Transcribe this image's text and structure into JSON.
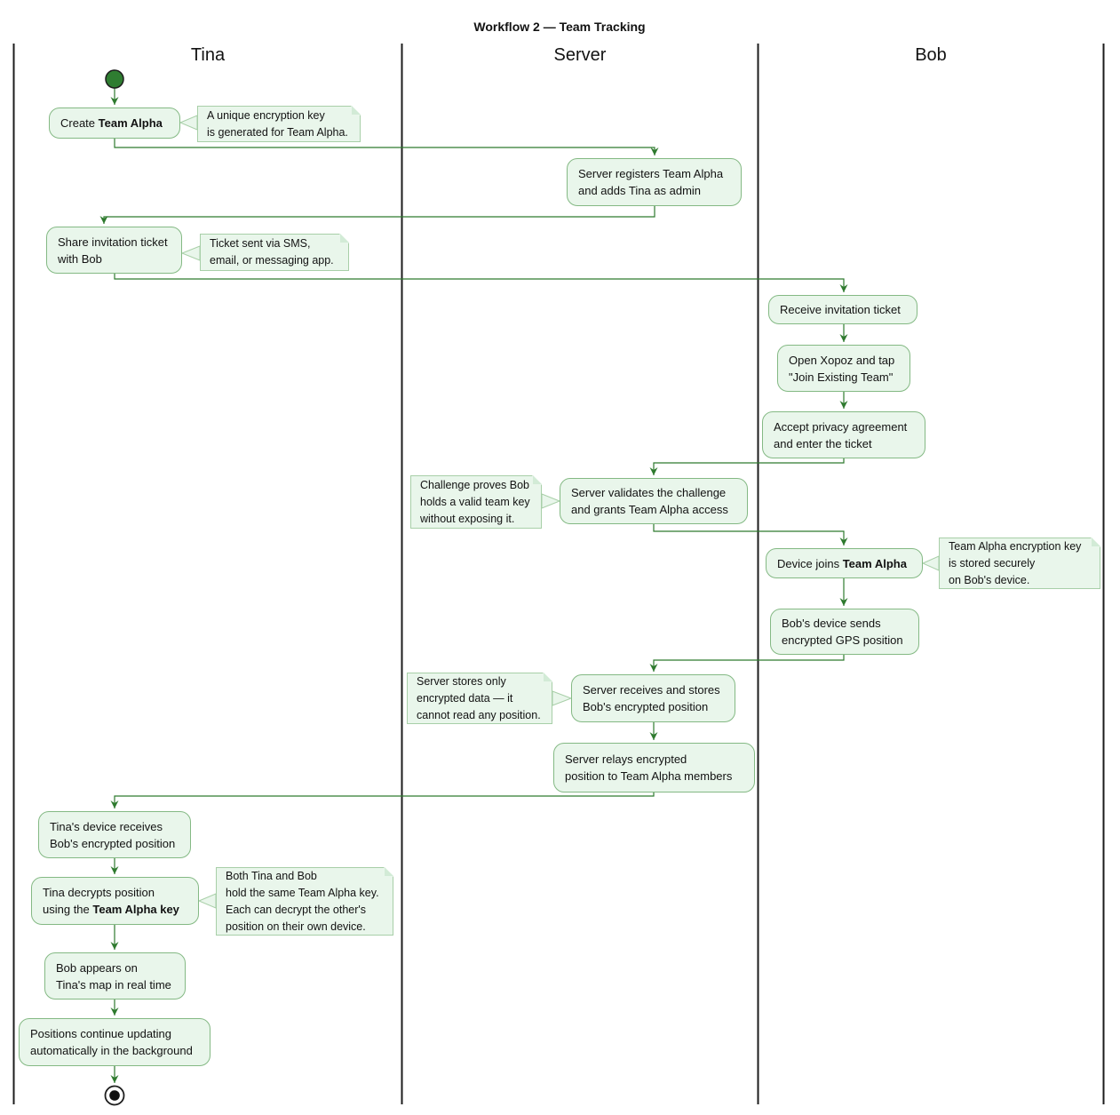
{
  "title": "Workflow 2 — Team Tracking",
  "lanes": [
    {
      "name": "Tina"
    },
    {
      "name": "Server"
    },
    {
      "name": "Bob"
    }
  ],
  "activities": {
    "create_team": {
      "pre": "Create ",
      "bold": "Team Alpha"
    },
    "server_registers": {
      "text": "Server registers Team Alpha\nand adds Tina as admin"
    },
    "share_ticket": {
      "text": "Share invitation ticket\nwith Bob"
    },
    "receive_ticket": {
      "text": "Receive invitation ticket"
    },
    "open_xopoz": {
      "text": "Open Xopoz and tap\n\"Join Existing Team\""
    },
    "accept_privacy": {
      "text": "Accept privacy agreement\nand enter the ticket"
    },
    "server_validates": {
      "text": "Server validates the challenge\nand grants Team Alpha access"
    },
    "device_joins": {
      "pre": "Device joins ",
      "bold": "Team Alpha"
    },
    "device_sends": {
      "text": "Bob's device sends\nencrypted GPS position"
    },
    "server_receives": {
      "text": "Server receives and stores\nBob's encrypted position"
    },
    "server_relays": {
      "text": "Server relays encrypted\nposition to Team Alpha members"
    },
    "tina_receives": {
      "text": "Tina's device receives\nBob's encrypted position"
    },
    "tina_decrypts": {
      "pre": "Tina decrypts position\nusing the ",
      "bold": "Team Alpha key"
    },
    "bob_appears": {
      "text": "Bob appears on\nTina's map in real time"
    },
    "positions_update": {
      "text": "Positions continue updating\nautomatically in the background"
    }
  },
  "notes": {
    "unique_key": {
      "text": "A unique encryption key\nis generated for Team Alpha."
    },
    "ticket_sent": {
      "text": "Ticket sent via SMS,\nemail, or messaging app."
    },
    "challenge": {
      "text": "Challenge proves Bob\nholds a valid team key\nwithout exposing it."
    },
    "key_stored": {
      "text": "Team Alpha encryption key\nis stored securely\non Bob's device."
    },
    "server_stores": {
      "text": "Server stores only\nencrypted data — it\ncannot read any position."
    },
    "shared_key": {
      "text": "Both Tina and Bob\nhold the same Team Alpha key.\nEach can decrypt the other's\nposition on their own device."
    }
  },
  "colors": {
    "activity_fill": "#e9f6eb",
    "activity_border": "#84b984",
    "note_fill": "#e9f6eb",
    "note_border": "#a8cfa8",
    "arrow_green": "#2e7a2e",
    "start_node_fill": "#2f7d31",
    "lane_line": "#1c1c1c",
    "text": "#121212"
  }
}
